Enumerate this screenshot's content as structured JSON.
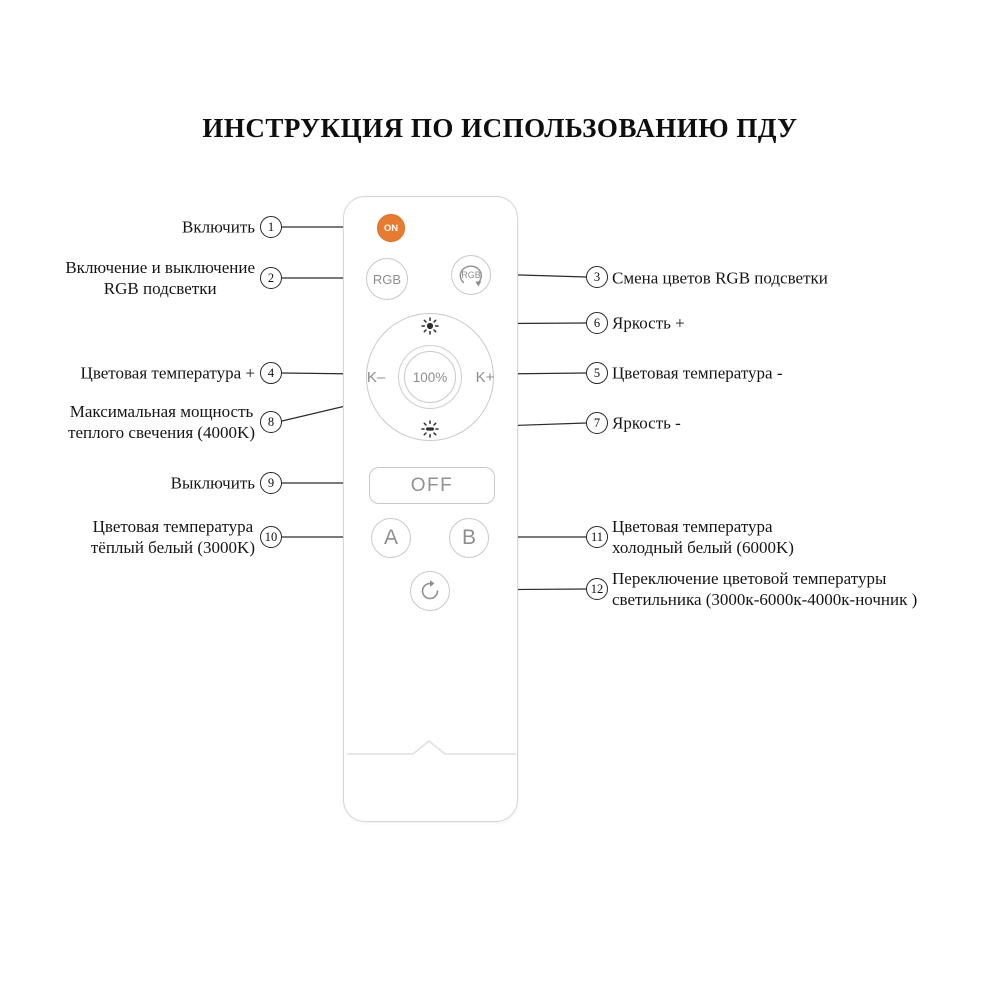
{
  "title": "ИНСТРУКЦИЯ ПО ИСПОЛЬЗОВАНИЮ ПДУ",
  "remote": {
    "on_label": "ON",
    "rgb_label": "RGB",
    "rgb_cycle_label": "RGB",
    "k_minus_label": "K–",
    "k_plus_label": "K+",
    "center_label": "100%",
    "off_label": "OFF",
    "a_label": "A",
    "b_label": "B"
  },
  "callouts": {
    "c1": {
      "num": "1",
      "line1": "Включить"
    },
    "c2": {
      "num": "2",
      "line1": "Включение и выключение",
      "line2": "RGB подсветки"
    },
    "c3": {
      "num": "3",
      "line1": "Смена цветов RGB подсветки"
    },
    "c4": {
      "num": "4",
      "line1": "Цветовая температура +"
    },
    "c5": {
      "num": "5",
      "line1": "Цветовая температура -"
    },
    "c6": {
      "num": "6",
      "line1": "Яркость +"
    },
    "c7": {
      "num": "7",
      "line1": "Яркость -"
    },
    "c8": {
      "num": "8",
      "line1": "Максимальная мощность",
      "line2": "теплого свечения (4000K)"
    },
    "c9": {
      "num": "9",
      "line1": "Выключить"
    },
    "c10": {
      "num": "10",
      "line1": "Цветовая температура",
      "line2": "тёплый белый (3000K)"
    },
    "c11": {
      "num": "11",
      "line1": "Цветовая температура",
      "line2": "холодный белый (6000K)"
    },
    "c12": {
      "num": "12",
      "line1": "Переключение цветовой температуры",
      "line2": "светильника  (3000к-6000к-4000к-ночник )"
    }
  },
  "colors": {
    "on_button": "#e87b2e",
    "button_border": "#c9c9c9",
    "button_text": "#8f8f8f",
    "connector_line": "#2b2b2b"
  }
}
